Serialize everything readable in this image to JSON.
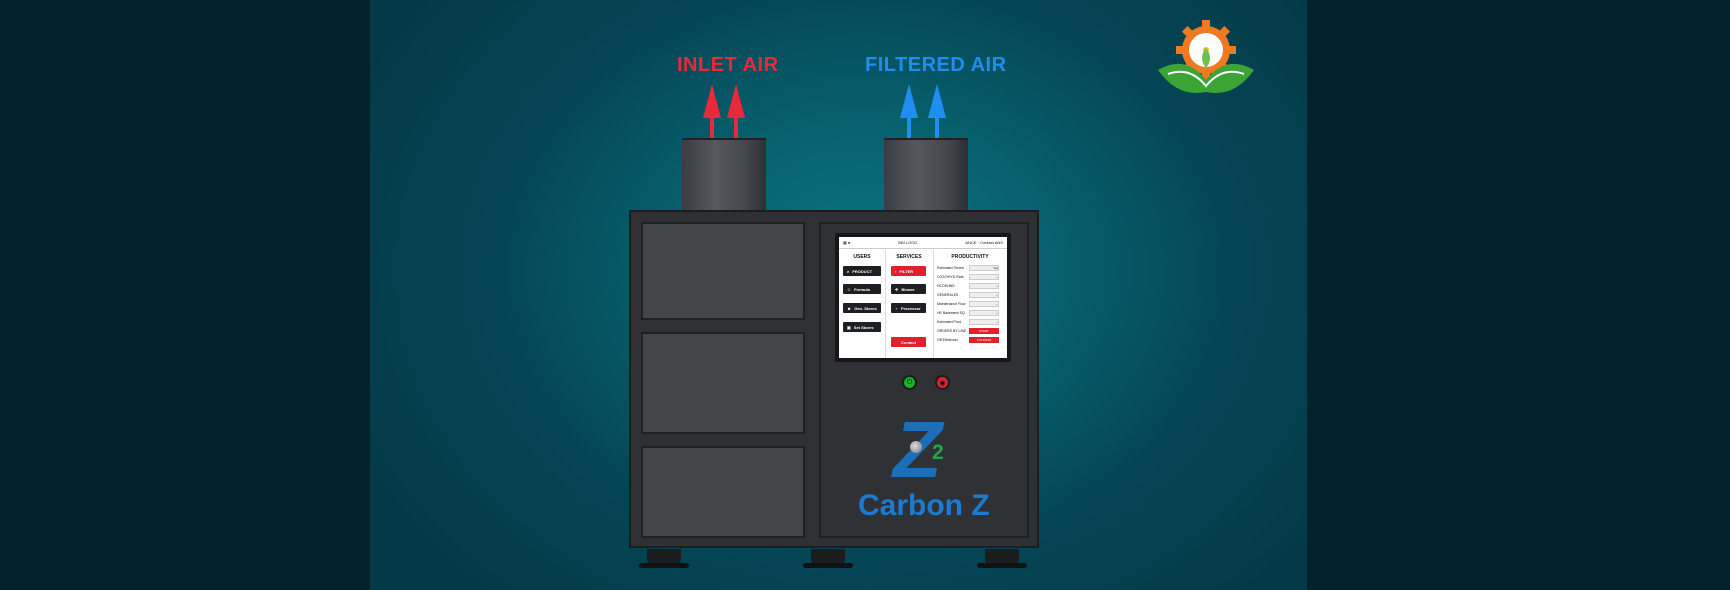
{
  "labels": {
    "inlet_air": "INLET AIR",
    "filtered_air": "FILTERED AIR"
  },
  "brand": {
    "mark_letter": "Z",
    "mark_subscript": "2",
    "name": "Carbon Z"
  },
  "screen": {
    "top_center": "BBI LOGO",
    "top_right": "ANCE · Contact ANS",
    "columns": {
      "left": {
        "title": "USERS",
        "buttons": [
          "PRODUCT",
          "Formula",
          "Gen. Stores",
          "Set Stores"
        ]
      },
      "middle": {
        "title": "SERVICES",
        "buttons": [
          "FILTER",
          "Blower",
          "Processor"
        ],
        "footer_button": "Contact"
      },
      "right": {
        "title": "PRODUCTIVITY",
        "rows": [
          {
            "label": "Estimated Stores",
            "value": "Yes"
          },
          {
            "label": "CO2/OHYD Rate",
            "value": ""
          },
          {
            "label": "HCOSHND",
            "value": ""
          },
          {
            "label": "GENERALES",
            "value": ""
          },
          {
            "label": "Maintenance Flow",
            "value": ""
          },
          {
            "label": "HE Basement SQ",
            "value": ""
          },
          {
            "label": "Estimated Prod",
            "value": ""
          },
          {
            "label": "ORDERS BY LINE",
            "value": "START"
          },
          {
            "label": "Off Electronic",
            "value": "CONFIRM"
          }
        ]
      }
    }
  },
  "colors": {
    "inlet": "#e8293a",
    "filtered": "#1f8ef0",
    "start_button": "#1fae2a",
    "stop_button": "#e21f33"
  },
  "icons": {
    "start_button": "power-icon",
    "stop_button": "stop-icon",
    "corner_logo": "gear-leaf-logo"
  }
}
